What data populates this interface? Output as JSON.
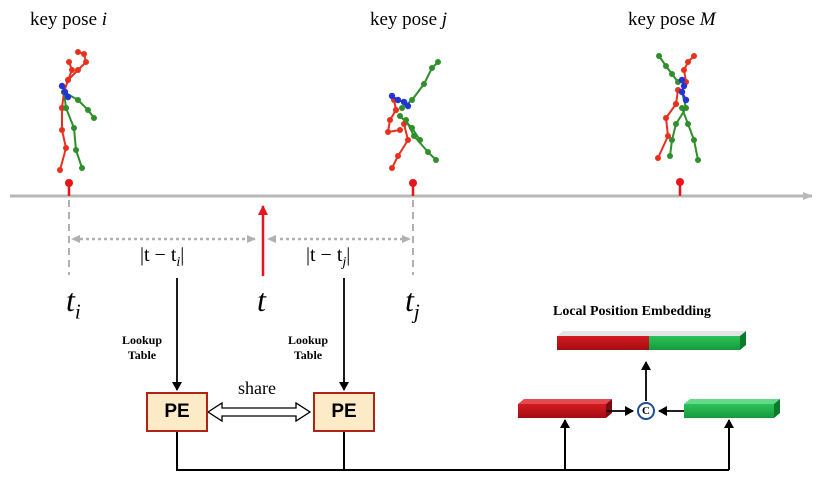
{
  "key_poses": [
    {
      "prefix": "key pose ",
      "var": "i"
    },
    {
      "prefix": "key pose ",
      "var": "j"
    },
    {
      "prefix": "key pose ",
      "var": "M"
    }
  ],
  "time_labels": {
    "ti": {
      "main": "t",
      "sub": "i"
    },
    "t": {
      "main": "t"
    },
    "tj": {
      "main": "t",
      "sub": "j"
    }
  },
  "distance_labels": {
    "left": {
      "text": "|t − t",
      "sub": "i",
      "close": "|"
    },
    "right": {
      "text": "|t − t",
      "sub": "j",
      "close": "|"
    }
  },
  "lookup_label_line1": "Lookup",
  "lookup_label_line2": "Table",
  "pe_label": "PE",
  "share_label": "share",
  "lpe_title": "Local Position Embedding",
  "concat_symbol": "C",
  "colors": {
    "timeline": "#b8b8b8",
    "key_marker": "#e8141b",
    "red_limb": "#e8301e",
    "green_limb": "#2f8f2a",
    "blue_joint": "#2433d6",
    "embedding_red": "#c0141a",
    "embedding_green": "#1fb04a",
    "pe_fill": "#fdebc8",
    "pe_border": "#b02418"
  }
}
